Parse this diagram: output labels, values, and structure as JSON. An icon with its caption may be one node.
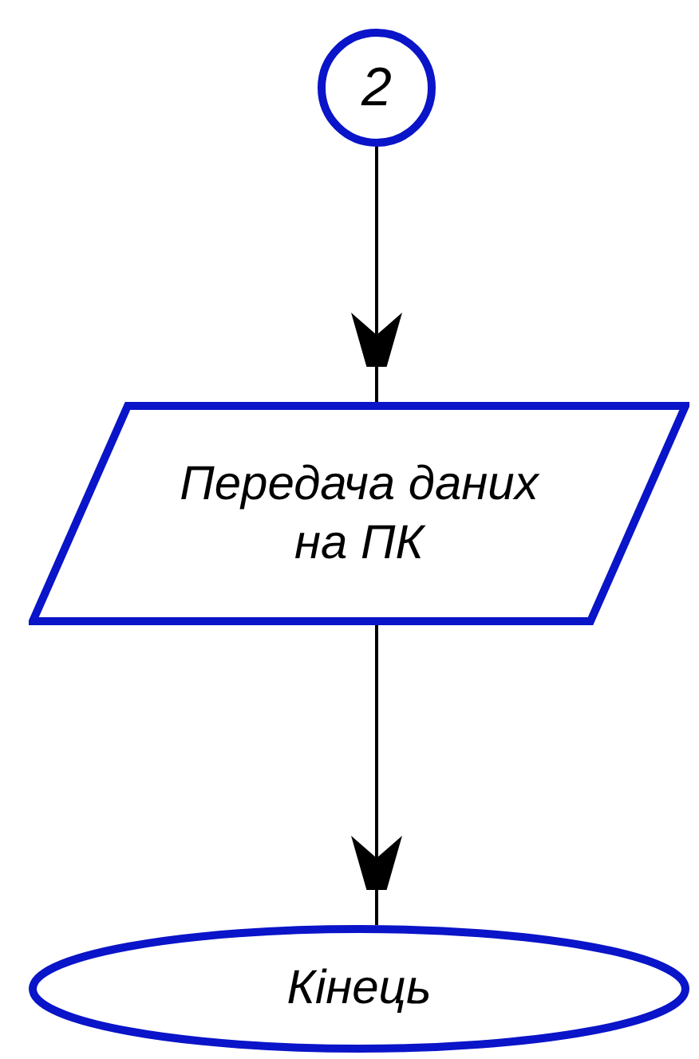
{
  "diagram": {
    "nodes": [
      {
        "text": [
          "2"
        ]
      },
      {
        "text": [
          "Передача даних на ПК"
        ]
      },
      {
        "text": [
          "Кінець"
        ]
      }
    ],
    "edges": [
      {
        "from": 0,
        "to": 1,
        "arrow": "to"
      },
      {
        "from": 1,
        "to": 2,
        "arrow": "to"
      }
    ]
  }
}
